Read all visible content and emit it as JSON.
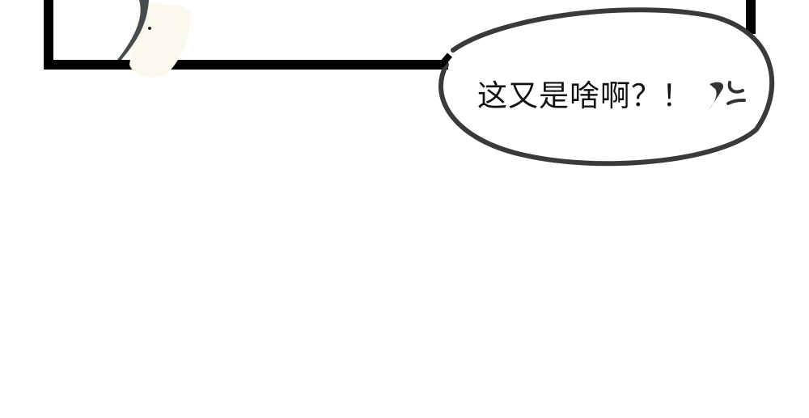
{
  "panel": {
    "frame_color": "#000000",
    "character_fragment": "partial-figure-edge"
  },
  "speech_bubble": {
    "text": "这又是啥啊？！",
    "stroke_color": "#3a3a3a",
    "emotion_mark": "anger-vein-marks"
  }
}
